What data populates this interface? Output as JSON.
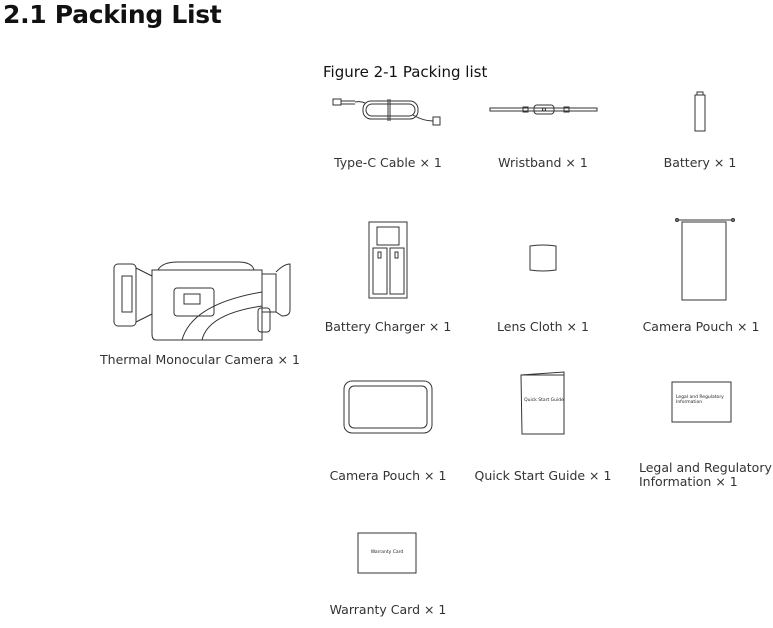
{
  "heading": "2.1 Packing List",
  "figure_caption": "Figure 2-1 Packing list",
  "items": [
    {
      "label": "Type-C Cable × 1"
    },
    {
      "label": "Wristband × 1"
    },
    {
      "label": "Battery × 1"
    },
    {
      "label": "Battery Charger × 1"
    },
    {
      "label": "Lens Cloth × 1"
    },
    {
      "label": "Camera Pouch × 1"
    },
    {
      "label": "Camera Pouch × 1"
    },
    {
      "label": "Quick Start Guide × 1"
    },
    {
      "label": "Legal and Regulatory Information × 1",
      "line1": "Legal and Regulatory",
      "line2": "Information × 1"
    },
    {
      "label": "Warranty Card × 1"
    },
    {
      "label": "Thermal Monocular Camera × 1"
    }
  ],
  "doc_texts": {
    "quick_start": "Quick Start Guide",
    "legal": "Legal and Regulatory Information",
    "warranty": "Warranty Card"
  }
}
